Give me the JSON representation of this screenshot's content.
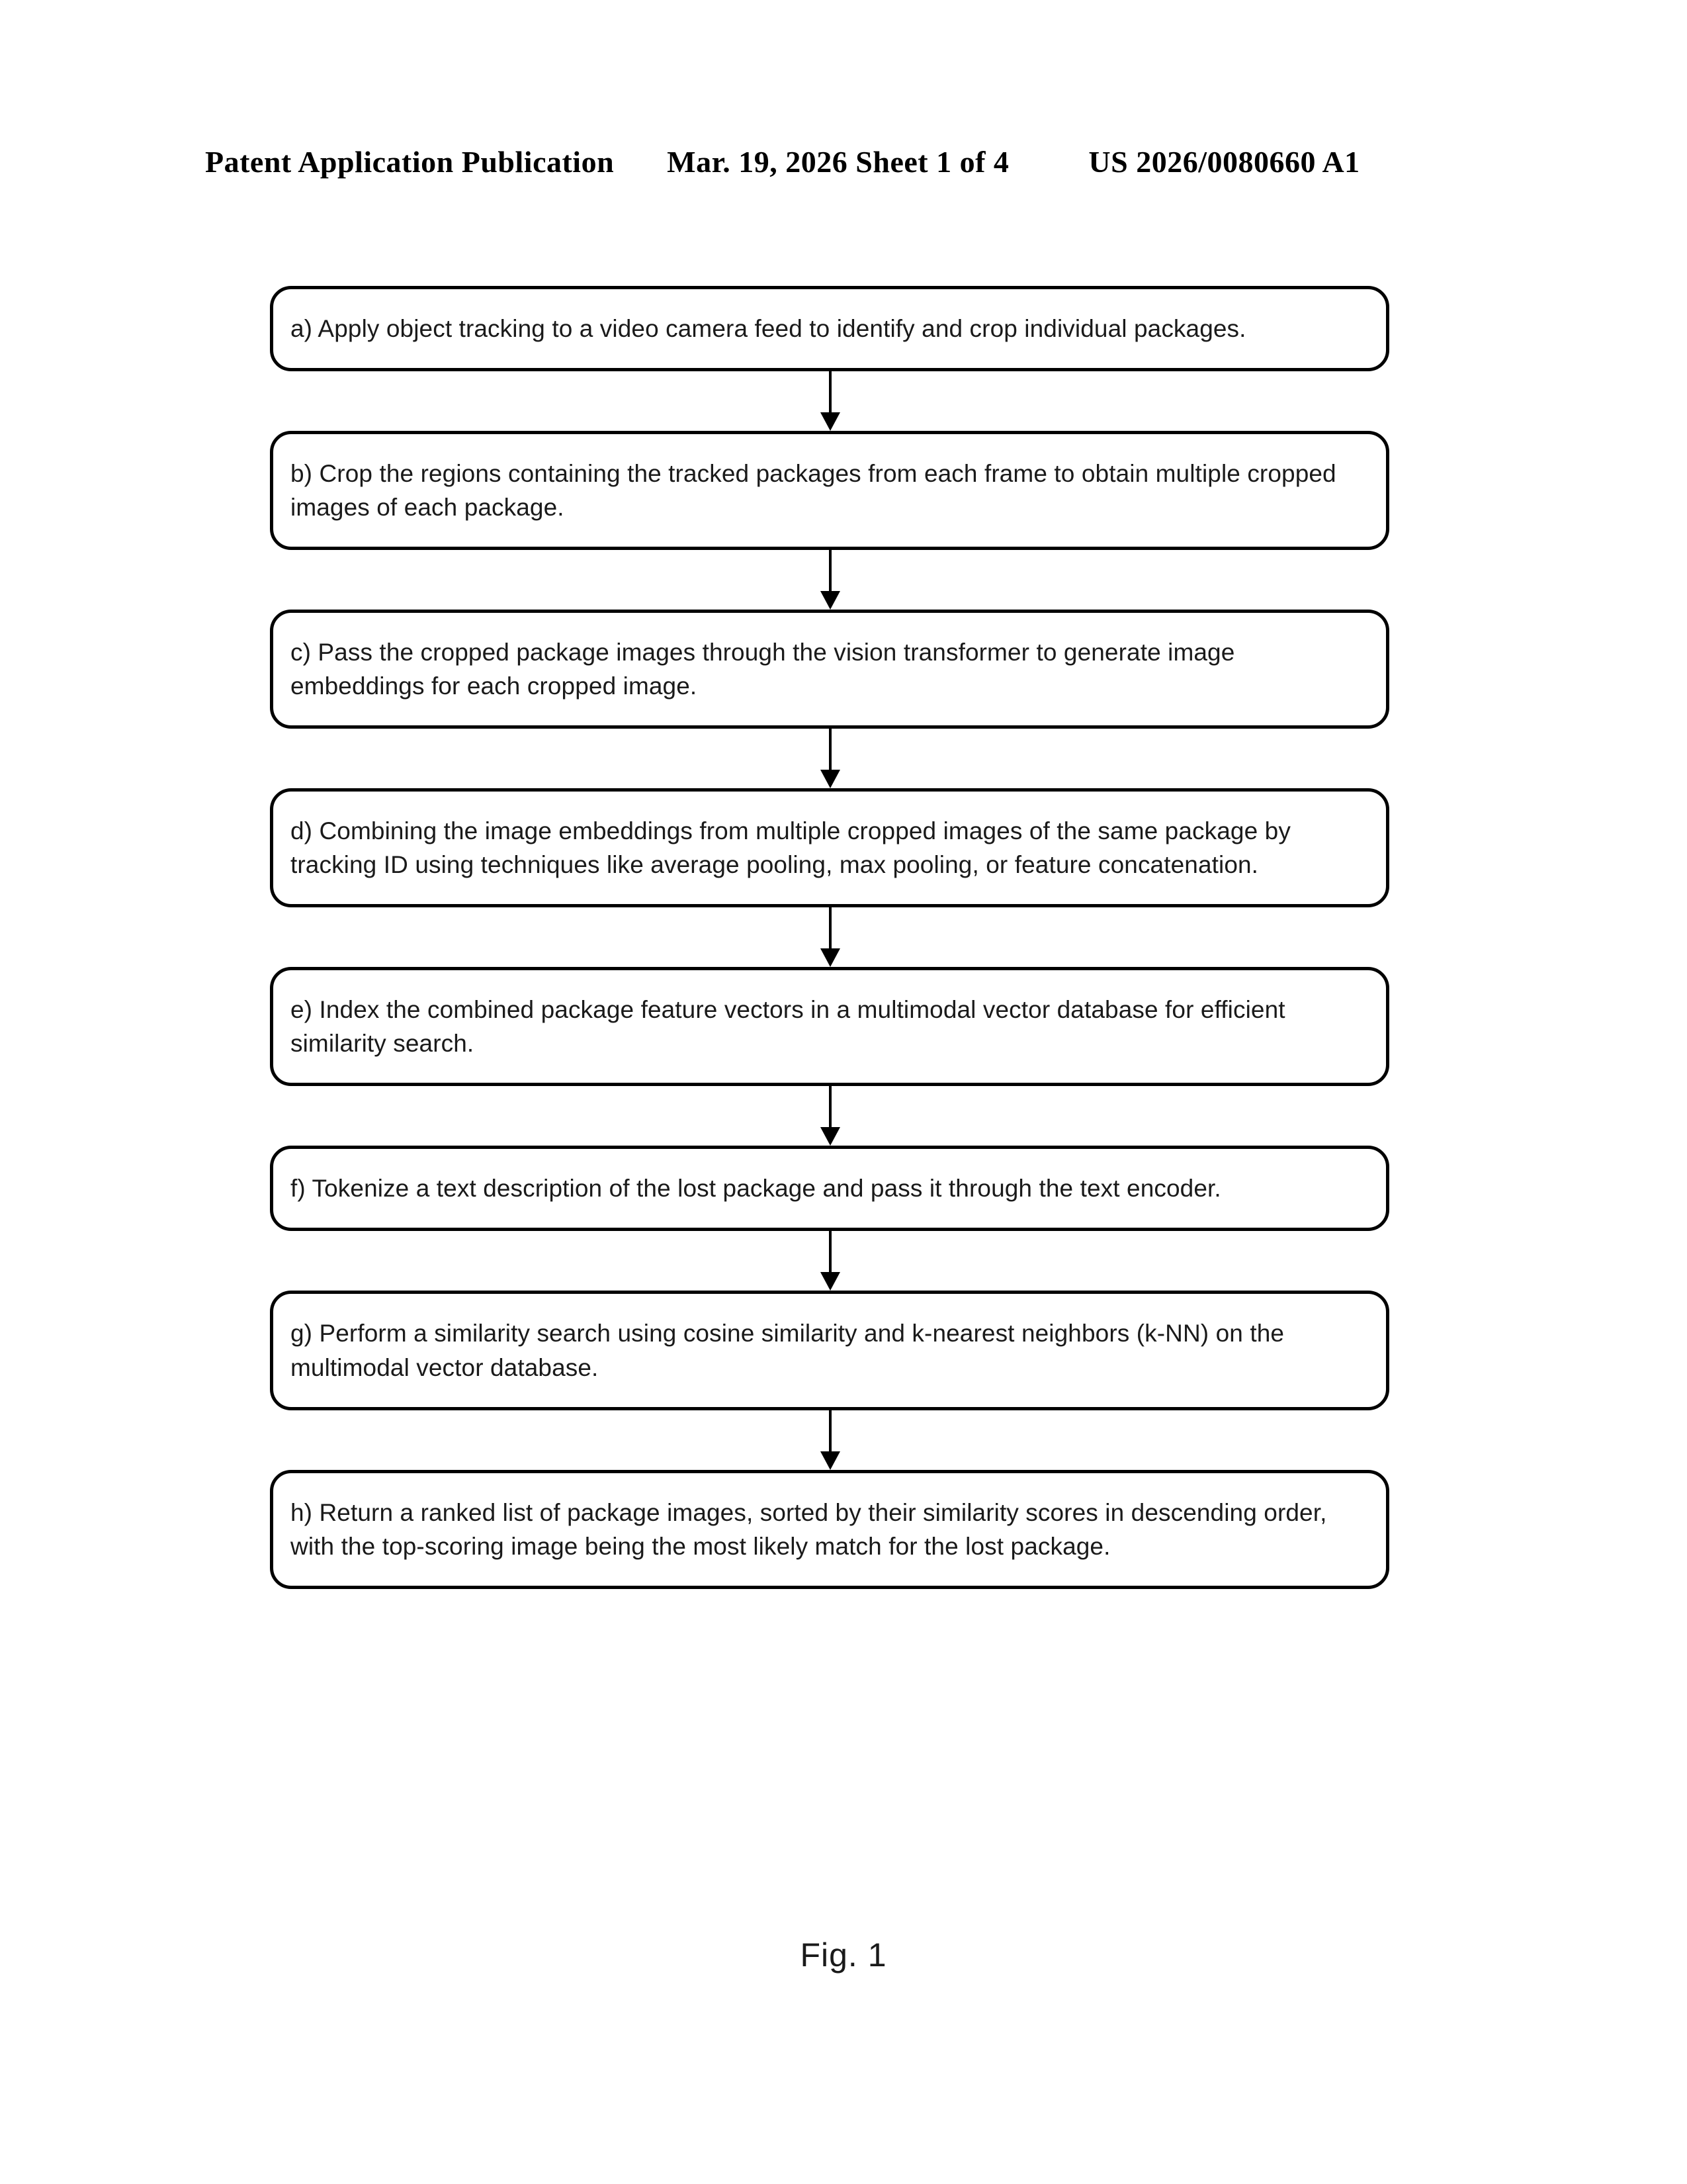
{
  "header": {
    "publication": "Patent Application Publication",
    "date_sheet": "Mar. 19, 2026  Sheet 1 of 4",
    "publication_number": "US 2026/0080660 A1"
  },
  "figure": {
    "caption": "Fig. 1",
    "box_border_color": "#000000",
    "text_color": "#1a1a1a",
    "arrow_color": "#000000",
    "steps": [
      {
        "id": "a",
        "text": "a) Apply object tracking to a video camera feed to identify and crop individual packages."
      },
      {
        "id": "b",
        "text": "b) Crop the regions containing the tracked packages from each frame to obtain multiple cropped images of each package."
      },
      {
        "id": "c",
        "text": "c) Pass the cropped package images through the vision transformer to generate image embeddings for each cropped image."
      },
      {
        "id": "d",
        "text": "d) Combining the image embeddings from multiple cropped images of the same package by tracking ID using techniques like average pooling, max pooling, or feature concatenation."
      },
      {
        "id": "e",
        "text": "e) Index the combined package feature vectors in a multimodal vector database for efficient similarity search."
      },
      {
        "id": "f",
        "text": "f) Tokenize a text description of the lost package and pass it through the text encoder."
      },
      {
        "id": "g",
        "text": "g) Perform a similarity search using cosine similarity and k-nearest neighbors (k-NN) on the multimodal vector database."
      },
      {
        "id": "h",
        "text": "h) Return a ranked list of package images, sorted by their similarity scores in descending order, with the top-scoring image being the most likely match for the lost package."
      }
    ]
  }
}
